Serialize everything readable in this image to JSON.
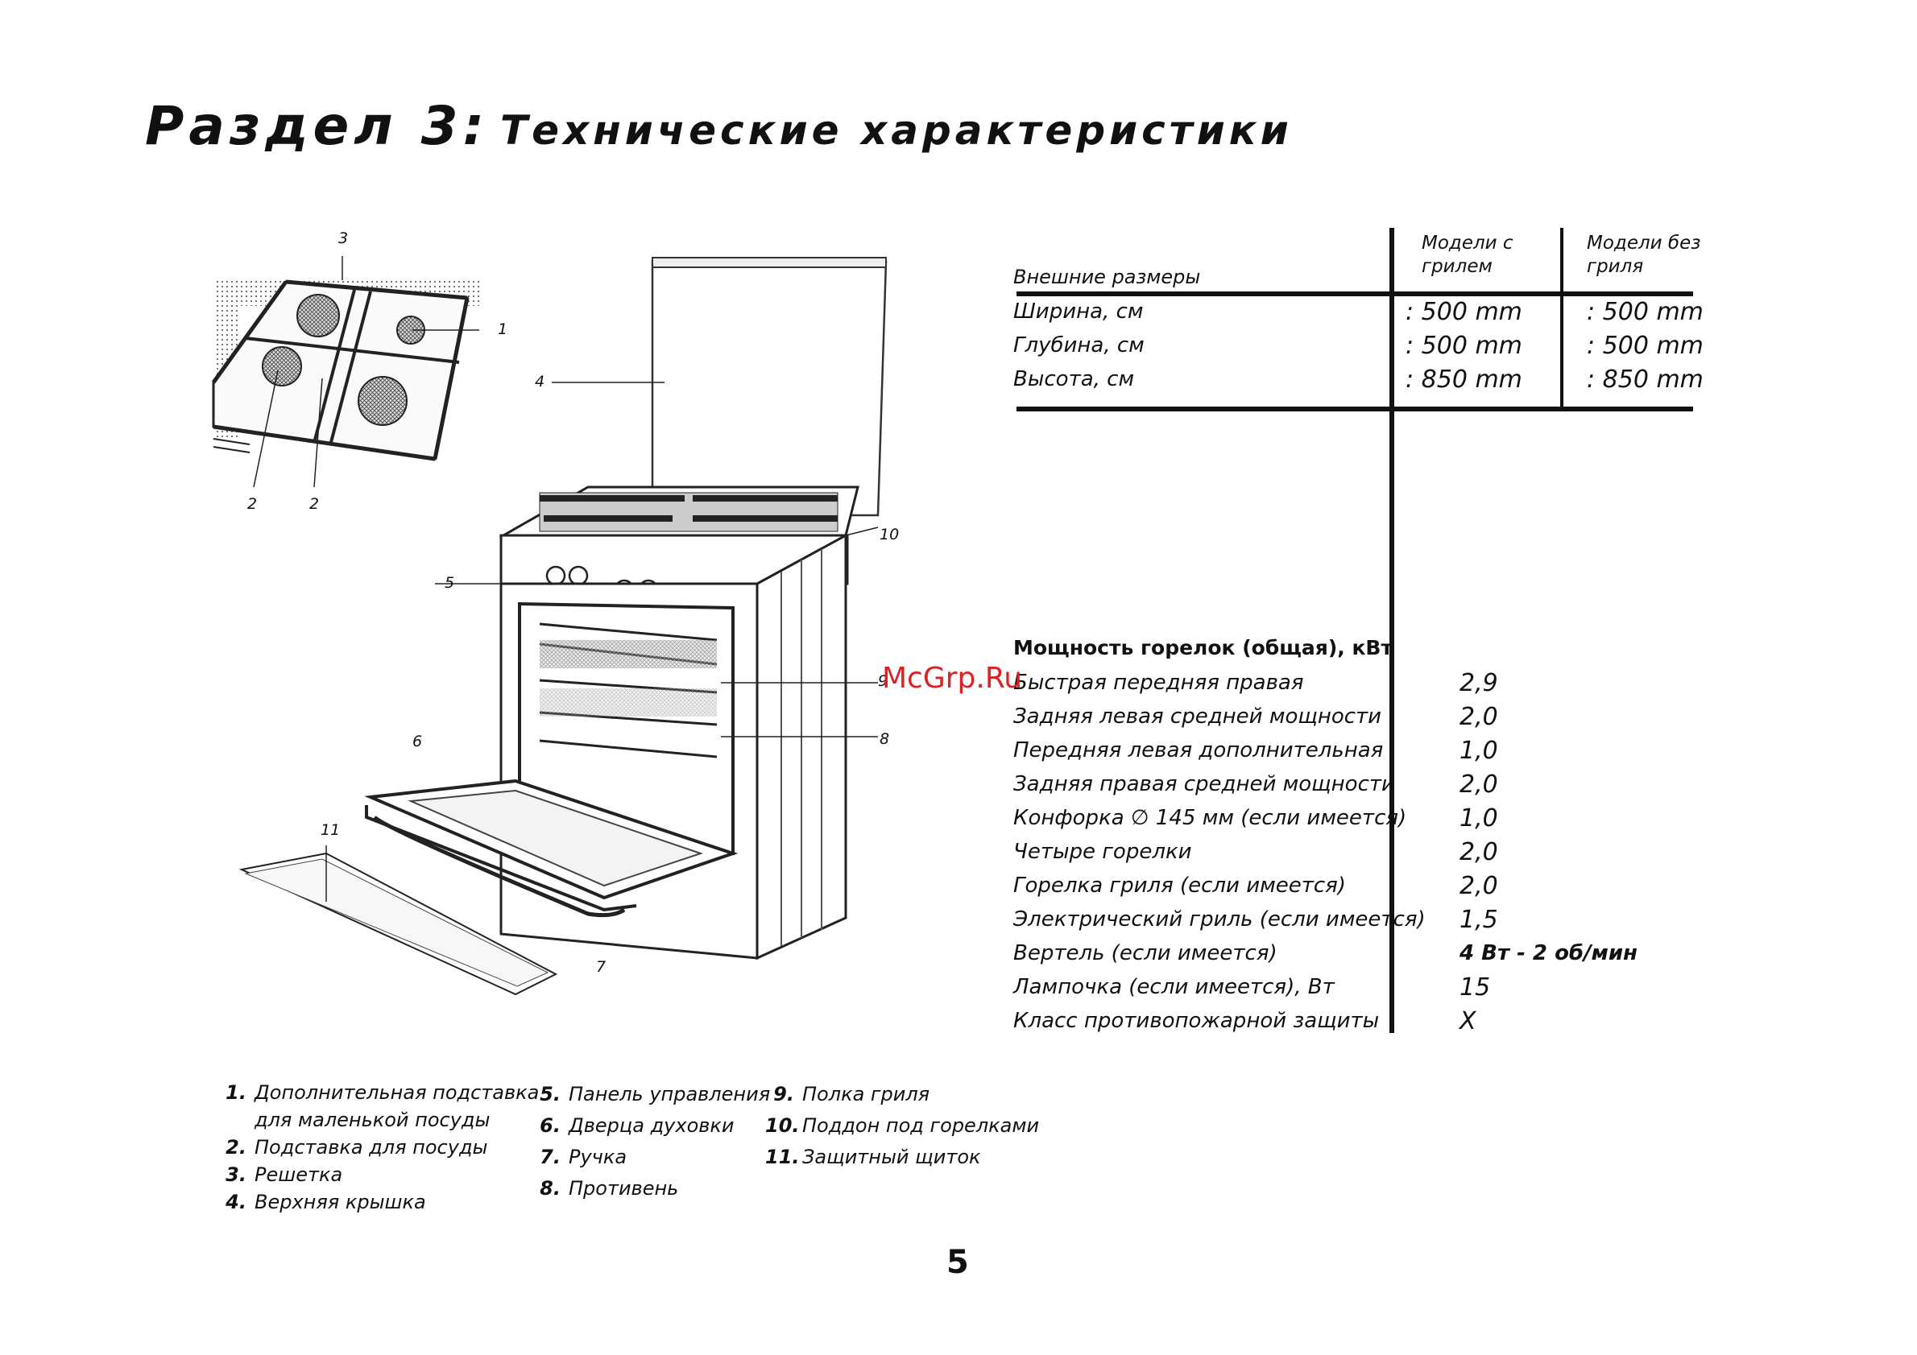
{
  "header": {
    "section": "Раздел 3:",
    "title": "Технические характеристики"
  },
  "dimensions": {
    "heading": "Внешние размеры",
    "col_grill": "Модели с грилем",
    "col_nogrill": "Модели без гриля",
    "rows": [
      {
        "label": "Ширина, см",
        "grill": ": 500 mm",
        "nogrill": ": 500 mm"
      },
      {
        "label": "Глубина, см",
        "grill": ": 500 mm",
        "nogrill": ": 500 mm"
      },
      {
        "label": "Высота, см",
        "grill": ": 850 mm",
        "nogrill": ": 850 mm"
      }
    ]
  },
  "power": {
    "heading": "Мощность горелок (общая), кВт",
    "rows": [
      {
        "label": "Быстрая передняя правая",
        "value": "2,9"
      },
      {
        "label": "Задняя левая средней мощности",
        "value": "2,0"
      },
      {
        "label": "Передняя левая дополнительная",
        "value": "1,0"
      },
      {
        "label": "Задняя правая средней мощности",
        "value": "2,0"
      },
      {
        "label": "Конфорка ∅ 145 мм (если имеется)",
        "value": "1,0"
      },
      {
        "label": "Четыре горелки",
        "value": "2,0"
      },
      {
        "label": "Горелка гриля (если имеется)",
        "value": "2,0"
      },
      {
        "label": "Электрический гриль (если имеется)",
        "value": "1,5"
      },
      {
        "label": "Вертель (если имеется)",
        "value": "4 Вт - 2 об/мин"
      },
      {
        "label": "Лампочка (если имеется), Вт",
        "value": "15"
      },
      {
        "label": "Класс противопожарной защиты",
        "value": "X"
      }
    ]
  },
  "legend": {
    "col1": [
      {
        "num": "1.",
        "text": "Дополнительная подставка",
        "cont": "для маленькой посуды"
      },
      {
        "num": "2.",
        "text": "Подставка для посуды"
      },
      {
        "num": "3.",
        "text": "Решетка"
      },
      {
        "num": "4.",
        "text": "Верхняя крышка"
      }
    ],
    "col2": [
      {
        "num": "5.",
        "text": "Панель управления"
      },
      {
        "num": "6.",
        "text": "Дверца духовки"
      },
      {
        "num": "7.",
        "text": "Ручка"
      },
      {
        "num": "8.",
        "text": "Противень"
      }
    ],
    "col3": [
      {
        "num": "9.",
        "text": "Полка гриля"
      },
      {
        "num": "10.",
        "text": "Поддон под горелками"
      },
      {
        "num": "11.",
        "text": "Защитный щиток"
      }
    ]
  },
  "diagram_labels": {
    "l1": "1",
    "l2a": "2",
    "l2b": "2",
    "l3": "3",
    "l4": "4",
    "l5": "5",
    "l6": "6",
    "l7": "7",
    "l8": "8",
    "l9": "9",
    "l10": "10",
    "l11": "11"
  },
  "watermark": "McGrp.Ru",
  "page_number": "5"
}
